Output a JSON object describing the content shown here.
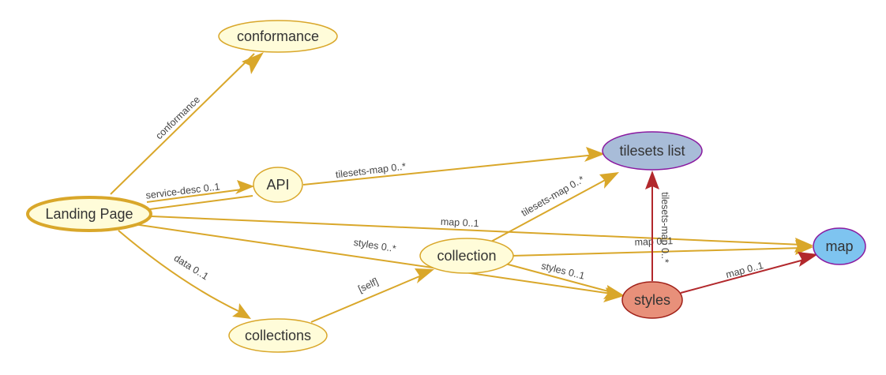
{
  "colors": {
    "gold": "#d9a72a",
    "red": "#b2282c",
    "default_fill": "#fffcd9",
    "default_stroke": "#d9a72a",
    "tilesets_fill": "#a8bcd8",
    "tilesets_stroke": "#8a1aa0",
    "map_fill": "#7ec4f0",
    "map_stroke": "#8a1aa0",
    "styles_fill": "#e8907a",
    "styles_stroke": "#a02018"
  },
  "nodes": [
    {
      "id": "conformance",
      "label": "conformance",
      "style": "default"
    },
    {
      "id": "landing",
      "label": "Landing Page",
      "style": "main"
    },
    {
      "id": "api",
      "label": "API",
      "style": "default"
    },
    {
      "id": "tilesets",
      "label": "tilesets list",
      "style": "tilesets"
    },
    {
      "id": "collection",
      "label": "collection",
      "style": "default"
    },
    {
      "id": "map",
      "label": "map",
      "style": "map"
    },
    {
      "id": "styles",
      "label": "styles",
      "style": "styles"
    },
    {
      "id": "collections",
      "label": "collections",
      "style": "default"
    }
  ],
  "edges": [
    {
      "id": "e1",
      "label": "conformance",
      "color": "gold"
    },
    {
      "id": "e2",
      "label": "service-desc 0..1",
      "color": "gold"
    },
    {
      "id": "e3",
      "label": "tilesets-map 0..*",
      "color": "gold"
    },
    {
      "id": "e4",
      "label": "map 0..1",
      "color": "gold"
    },
    {
      "id": "e5",
      "label": "styles 0..*",
      "color": "gold"
    },
    {
      "id": "e6",
      "label": "data 0..1",
      "color": "gold"
    },
    {
      "id": "e7",
      "label": "[self]",
      "color": "gold"
    },
    {
      "id": "e8",
      "label": "tilesets-map 0..*",
      "color": "gold"
    },
    {
      "id": "e9",
      "label": "map 0..1",
      "color": "gold"
    },
    {
      "id": "e10",
      "label": "styles 0..1",
      "color": "gold"
    },
    {
      "id": "e11",
      "label": "tilesets-map 0..*",
      "color": "red"
    },
    {
      "id": "e12",
      "label": "map 0..1",
      "color": "red"
    }
  ]
}
